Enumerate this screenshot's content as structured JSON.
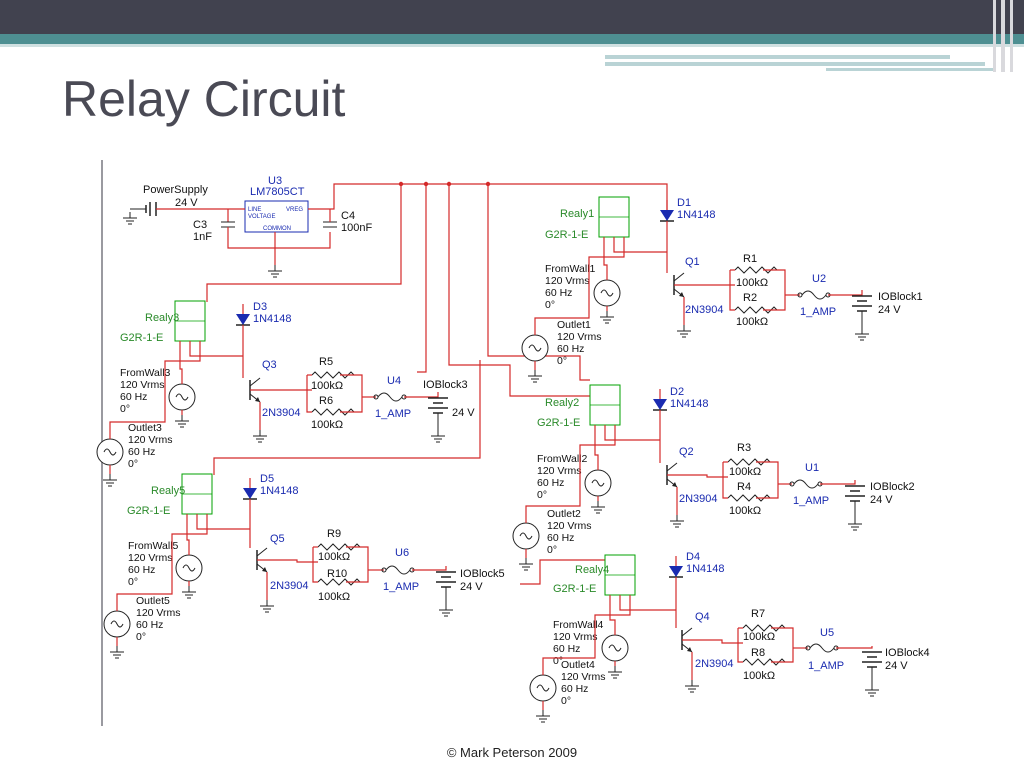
{
  "slide": {
    "title": "Relay Circuit",
    "footer": "© Mark Peterson 2009"
  },
  "supply": {
    "name": "PowerSupply",
    "voltage": "24 V",
    "regulator_ref": "U3",
    "regulator_part": "LM7805CT",
    "pin_line": "LINE",
    "pin_voltage": "VOLTAGE",
    "pin_vreg": "VREG",
    "pin_common": "COMMON",
    "c3_ref": "C3",
    "c3_val": "1nF",
    "c4_ref": "C4",
    "c4_val": "100nF"
  },
  "channels": [
    {
      "relay": "Realy1",
      "relay_model": "G2R-1-E",
      "diode": "D1",
      "diode_part": "1N4148",
      "wall": "FromWall1",
      "wall_vrms": "120 Vrms",
      "wall_freq": "60 Hz",
      "wall_phase": "0°",
      "outlet": "Outlet1",
      "outlet_vrms": "120 Vrms",
      "outlet_freq": "60 Hz",
      "outlet_phase": "0°",
      "transistor": "Q1",
      "transistor_part": "2N3904",
      "ra": "R1",
      "ra_val": "100kΩ",
      "rb": "R2",
      "rb_val": "100kΩ",
      "fuse": "U2",
      "fuse_val": "1_AMP",
      "io": "IOBlock1",
      "io_v": "24 V"
    },
    {
      "relay": "Realy2",
      "relay_model": "G2R-1-E",
      "diode": "D2",
      "diode_part": "1N4148",
      "wall": "FromWall2",
      "wall_vrms": "120 Vrms",
      "wall_freq": "60 Hz",
      "wall_phase": "0°",
      "outlet": "Outlet2",
      "outlet_vrms": "120 Vrms",
      "outlet_freq": "60 Hz",
      "outlet_phase": "0°",
      "transistor": "Q2",
      "transistor_part": "2N3904",
      "ra": "R3",
      "ra_val": "100kΩ",
      "rb": "R4",
      "rb_val": "100kΩ",
      "fuse": "U1",
      "fuse_val": "1_AMP",
      "io": "IOBlock2",
      "io_v": "24 V"
    },
    {
      "relay": "Realy3",
      "relay_model": "G2R-1-E",
      "diode": "D3",
      "diode_part": "1N4148",
      "wall": "FromWall3",
      "wall_vrms": "120 Vrms",
      "wall_freq": "60 Hz",
      "wall_phase": "0°",
      "outlet": "Outlet3",
      "outlet_vrms": "120 Vrms",
      "outlet_freq": "60 Hz",
      "outlet_phase": "0°",
      "transistor": "Q3",
      "transistor_part": "2N3904",
      "ra": "R5",
      "ra_val": "100kΩ",
      "rb": "R6",
      "rb_val": "100kΩ",
      "fuse": "U4",
      "fuse_val": "1_AMP",
      "io": "IOBlock3",
      "io_v": "24 V"
    },
    {
      "relay": "Realy4",
      "relay_model": "G2R-1-E",
      "diode": "D4",
      "diode_part": "1N4148",
      "wall": "FromWall4",
      "wall_vrms": "120 Vrms",
      "wall_freq": "60 Hz",
      "wall_phase": "0°",
      "outlet": "Outlet4",
      "outlet_vrms": "120 Vrms",
      "outlet_freq": "60 Hz",
      "outlet_phase": "0°",
      "transistor": "Q4",
      "transistor_part": "2N3904",
      "ra": "R7",
      "ra_val": "100kΩ",
      "rb": "R8",
      "rb_val": "100kΩ",
      "fuse": "U5",
      "fuse_val": "1_AMP",
      "io": "IOBlock4",
      "io_v": "24 V"
    },
    {
      "relay": "Realy5",
      "relay_model": "G2R-1-E",
      "diode": "D5",
      "diode_part": "1N4148",
      "wall": "FromWall5",
      "wall_vrms": "120 Vrms",
      "wall_freq": "60 Hz",
      "wall_phase": "0°",
      "outlet": "Outlet5",
      "outlet_vrms": "120 Vrms",
      "outlet_freq": "60 Hz",
      "outlet_phase": "0°",
      "transistor": "Q5",
      "transistor_part": "2N3904",
      "ra": "R9",
      "ra_val": "100kΩ",
      "rb": "R10",
      "rb_val": "100kΩ",
      "fuse": "U6",
      "fuse_val": "1_AMP",
      "io": "IOBlock5",
      "io_v": "24 V"
    }
  ],
  "colors": {
    "wire": "#d42a2a",
    "part": "#222222",
    "relay_body": "#00a000",
    "relay_label": "#2a8a2a",
    "ref_label": "#1a2bb0",
    "diode_fill": "#1a2bb0",
    "node": "#d42a2a"
  }
}
